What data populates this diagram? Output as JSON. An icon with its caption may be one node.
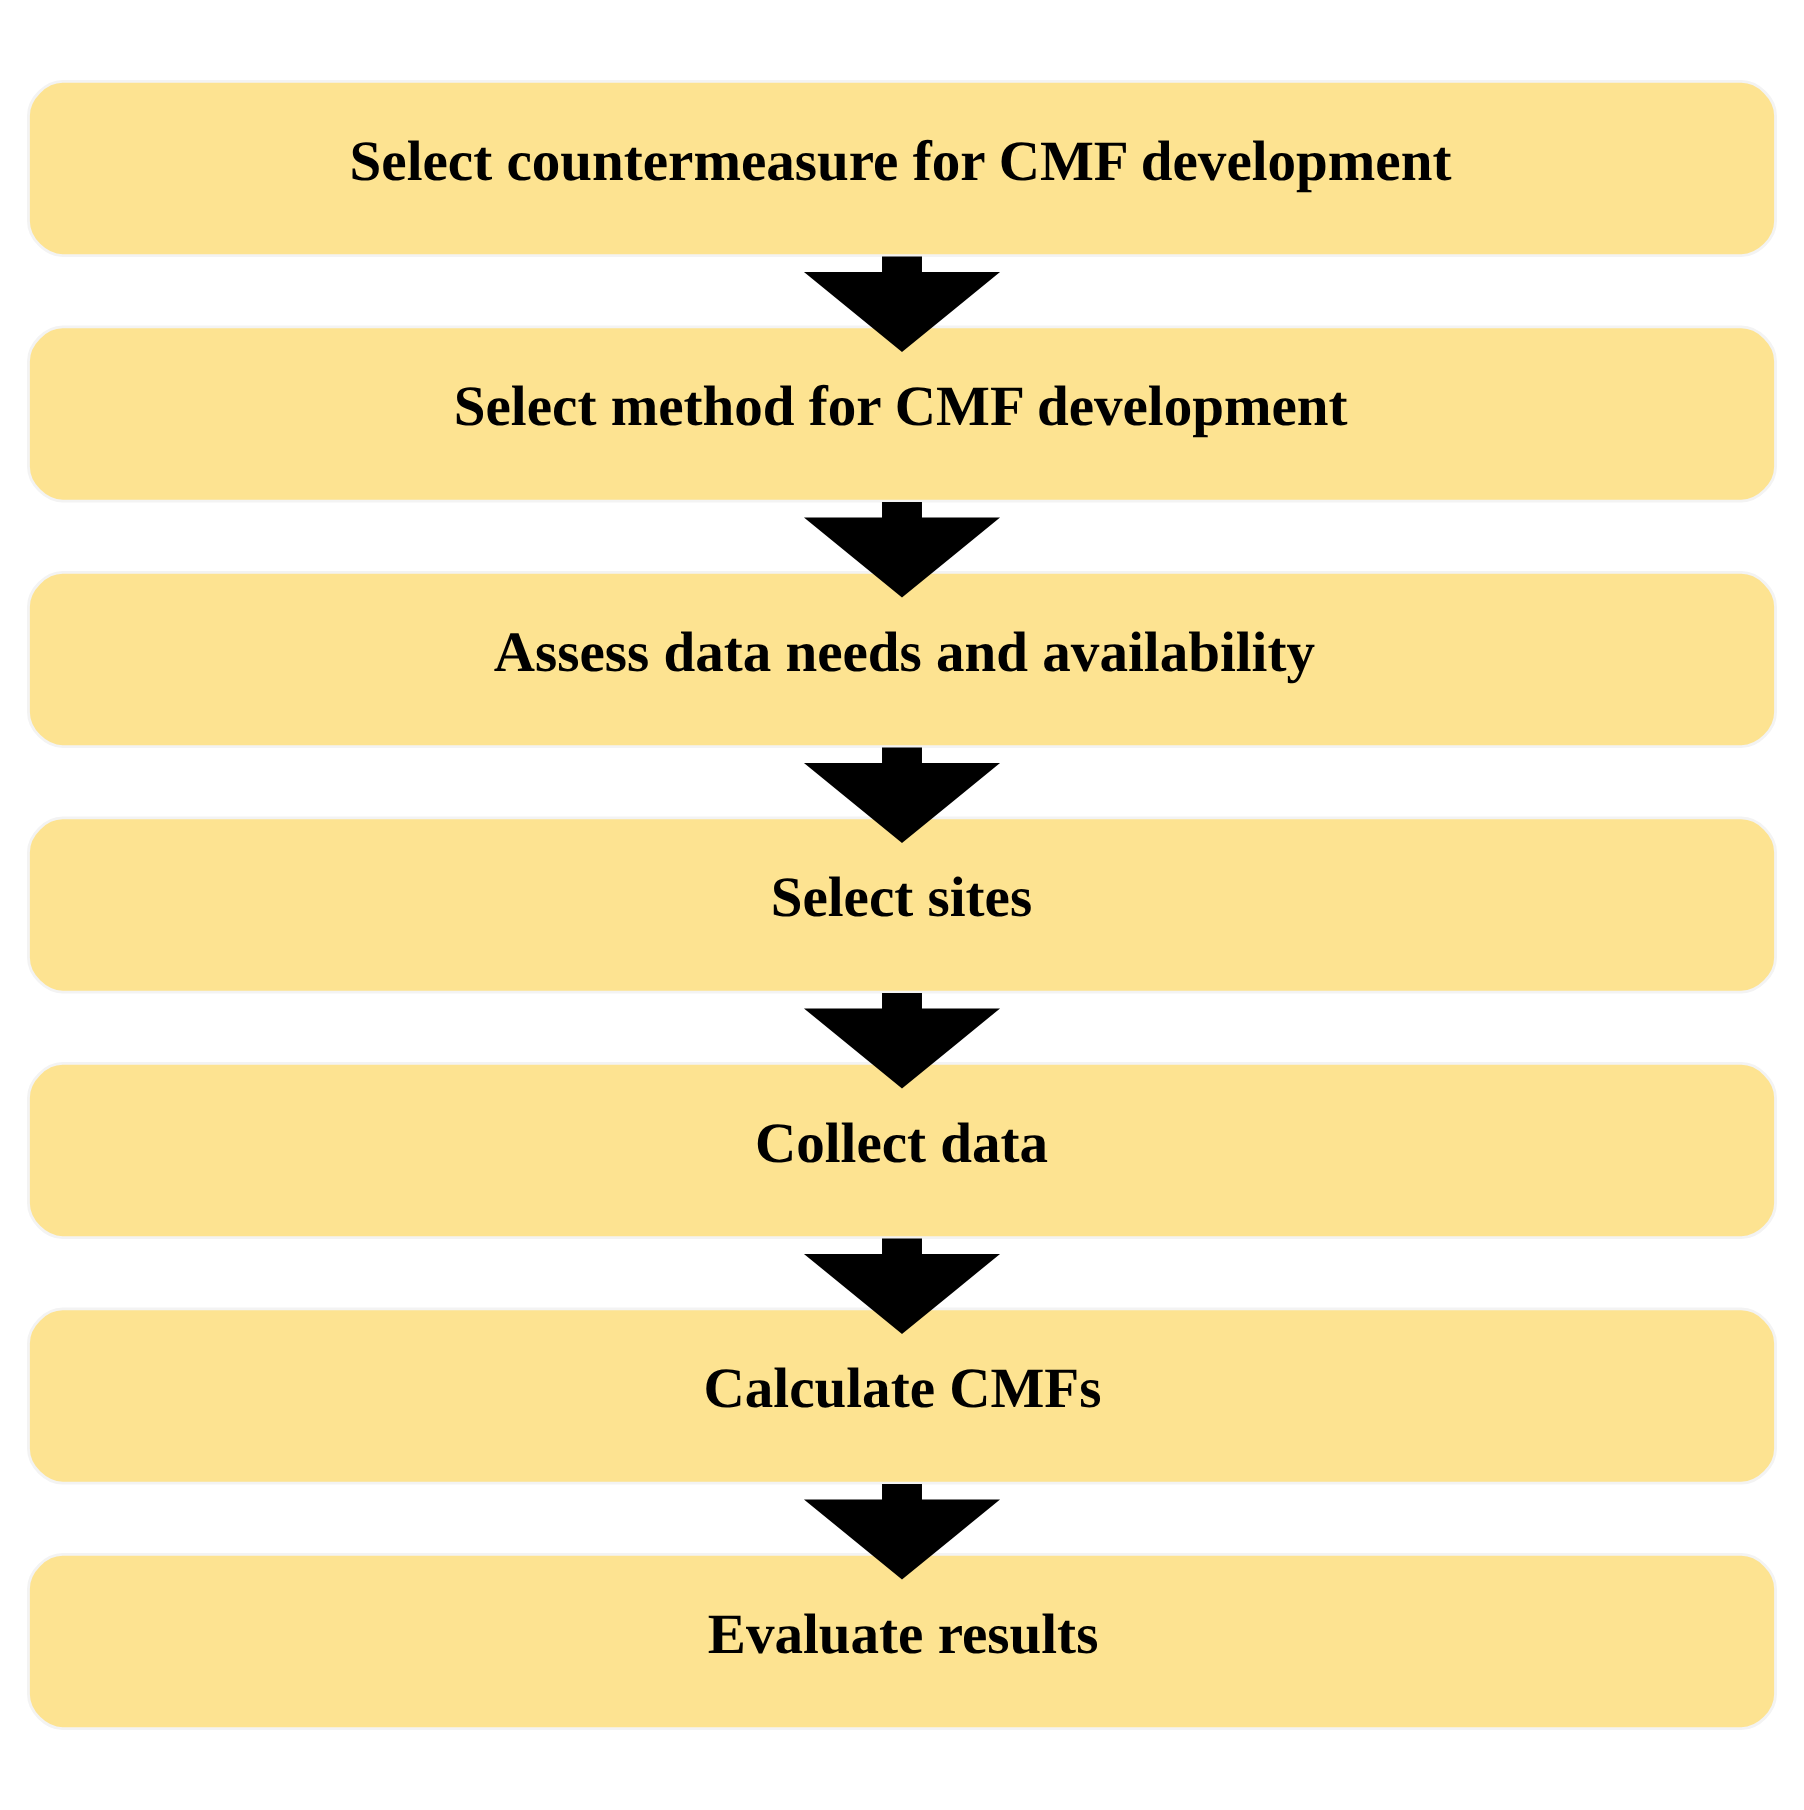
{
  "diagram": {
    "nodes": [
      {
        "text": [
          "Select countermeasure for CMF development"
        ]
      },
      {
        "text": [
          "Select method for CMF development"
        ]
      },
      {
        "text": [
          "Assess data needs and availability"
        ]
      },
      {
        "text": [
          "Select sites"
        ]
      },
      {
        "text": [
          "Collect data"
        ]
      },
      {
        "text": [
          "Calculate CMFs"
        ]
      },
      {
        "text": [
          "Evaluate results"
        ]
      }
    ],
    "edges": [
      {
        "from": 0,
        "to": 1,
        "arrow": "to"
      },
      {
        "from": 1,
        "to": 2,
        "arrow": "to"
      },
      {
        "from": 2,
        "to": 3,
        "arrow": "to"
      },
      {
        "from": 3,
        "to": 4,
        "arrow": "to"
      },
      {
        "from": 4,
        "to": 5,
        "arrow": "to"
      },
      {
        "from": 5,
        "to": 6,
        "arrow": "to"
      }
    ]
  }
}
